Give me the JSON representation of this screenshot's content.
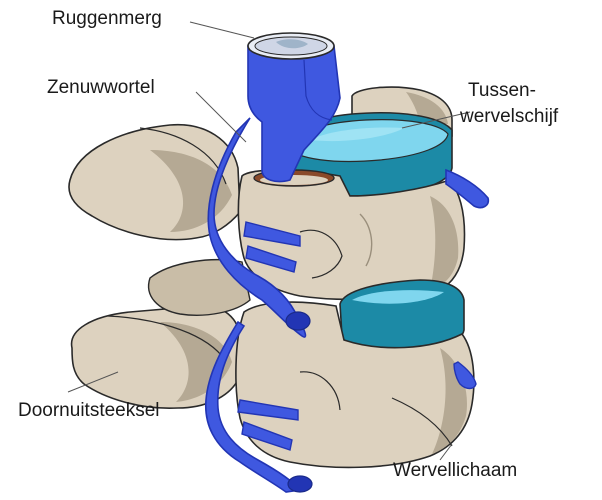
{
  "labels": {
    "spinal_cord": "Ruggenmerg",
    "nerve_root": "Zenuwwortel",
    "disc_line1": "Tussen-",
    "disc_line2": "wervelschijf",
    "spinous_process": "Doornuitsteeksel",
    "vertebral_body": "Wervellichaam"
  },
  "colors": {
    "bone": "#ddd2bf",
    "bone_shadow": "#b5a994",
    "bone_dark": "#9a8f7c",
    "nerve": "#3f58e0",
    "nerve_dark": "#2235b4",
    "disc_light": "#7fd6ee",
    "disc_top": "#9fe3f4",
    "disc_dark": "#1c8aa6",
    "outline": "#2a2a2a",
    "text": "#1a1a1a"
  }
}
